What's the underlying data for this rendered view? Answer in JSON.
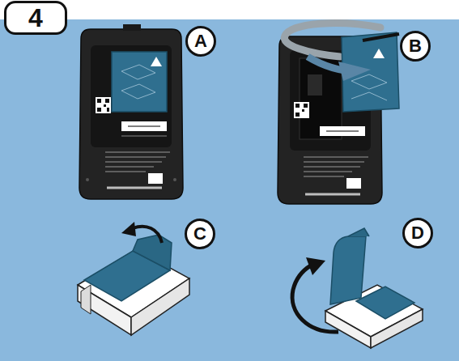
{
  "diagram": {
    "nodes": [
      {
        "text": [
          "4"
        ]
      },
      {
        "text": [
          "A"
        ]
      },
      {
        "text": [
          "B"
        ]
      },
      {
        "text": [
          "C"
        ]
      },
      {
        "text": [
          "D"
        ]
      }
    ]
  }
}
